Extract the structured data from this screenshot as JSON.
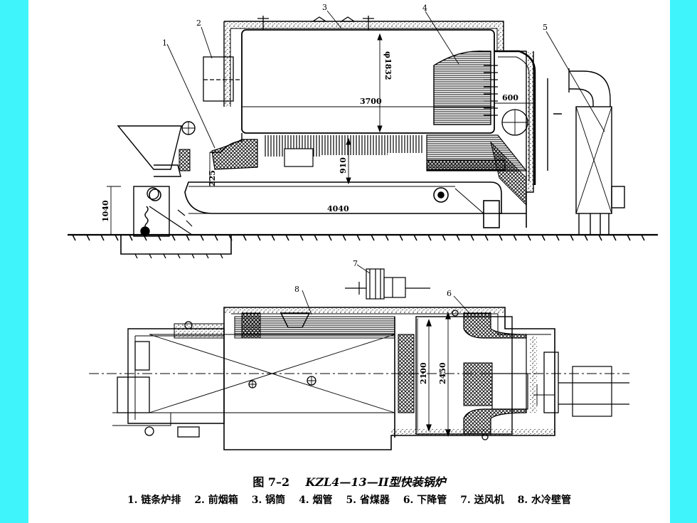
{
  "figure": {
    "caption_prefix": "图 7–2",
    "caption_title": "KZL4—13—II型快装锅炉",
    "legend": [
      "1. 链条炉排",
      "2. 前烟箱",
      "3. 锅筒",
      "4. 烟管",
      "5. 省煤器",
      "6. 下降管",
      "7. 送风机",
      "8. 水冷壁管"
    ]
  },
  "callouts": {
    "n1": "1",
    "n2": "2",
    "n3": "3",
    "n4": "4",
    "n5": "5",
    "n6": "6",
    "n7": "7",
    "n8": "8"
  },
  "dimensions": {
    "drum_diameter": "φ1832",
    "drum_length": "3700",
    "rear_offset": "600",
    "grate_gap": "225",
    "furnace_height": "910",
    "grate_length": "4040",
    "grate_elevation": "1040",
    "inner_width": "2100",
    "outer_width": "2450"
  },
  "colors": {
    "background": "#3ff5fb",
    "paper": "#ffffff",
    "ink": "#000000"
  }
}
